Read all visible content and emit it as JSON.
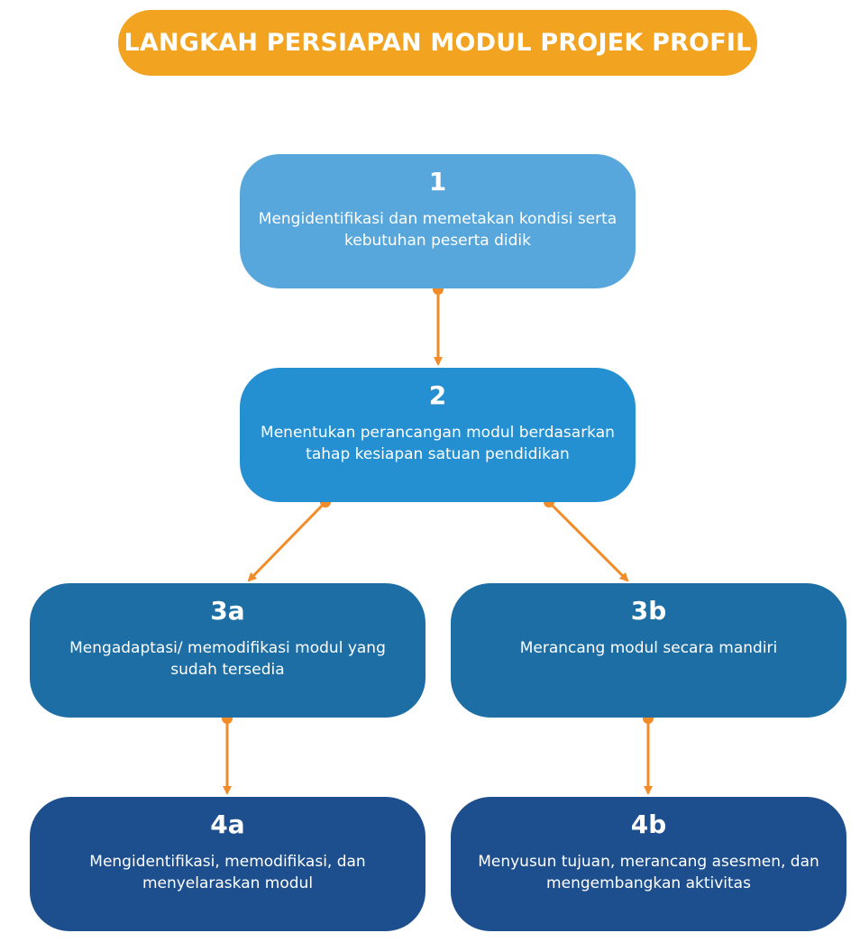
{
  "title": "LANGKAH PERSIAPAN MODUL PROJEK PROFIL",
  "colors": {
    "title_bg": "#f2a31f",
    "node_1": "#57a6dc",
    "node_2": "#2590d1",
    "node_3": "#1c6ea4",
    "node_4": "#1d4f8e",
    "connector": "#f28c28"
  },
  "steps": {
    "s1": {
      "number": "1",
      "text": "Mengidentifikasi dan memetakan kondisi serta kebutuhan peserta didik"
    },
    "s2": {
      "number": "2",
      "text": "Menentukan perancangan modul berdasarkan tahap kesiapan satuan pendidikan"
    },
    "s3a": {
      "number": "3a",
      "text": "Mengadaptasi/ memodifikasi modul yang sudah tersedia"
    },
    "s3b": {
      "number": "3b",
      "text": "Merancang modul secara mandiri"
    },
    "s4a": {
      "number": "4a",
      "text": "Mengidentifikasi, memodifikasi, dan menyelaraskan modul"
    },
    "s4b": {
      "number": "4b",
      "text": "Menyusun tujuan, merancang asesmen, dan mengembangkan aktivitas"
    }
  },
  "edges": [
    {
      "from": "1",
      "to": "2"
    },
    {
      "from": "2",
      "to": "3a"
    },
    {
      "from": "2",
      "to": "3b"
    },
    {
      "from": "3a",
      "to": "4a"
    },
    {
      "from": "3b",
      "to": "4b"
    }
  ]
}
